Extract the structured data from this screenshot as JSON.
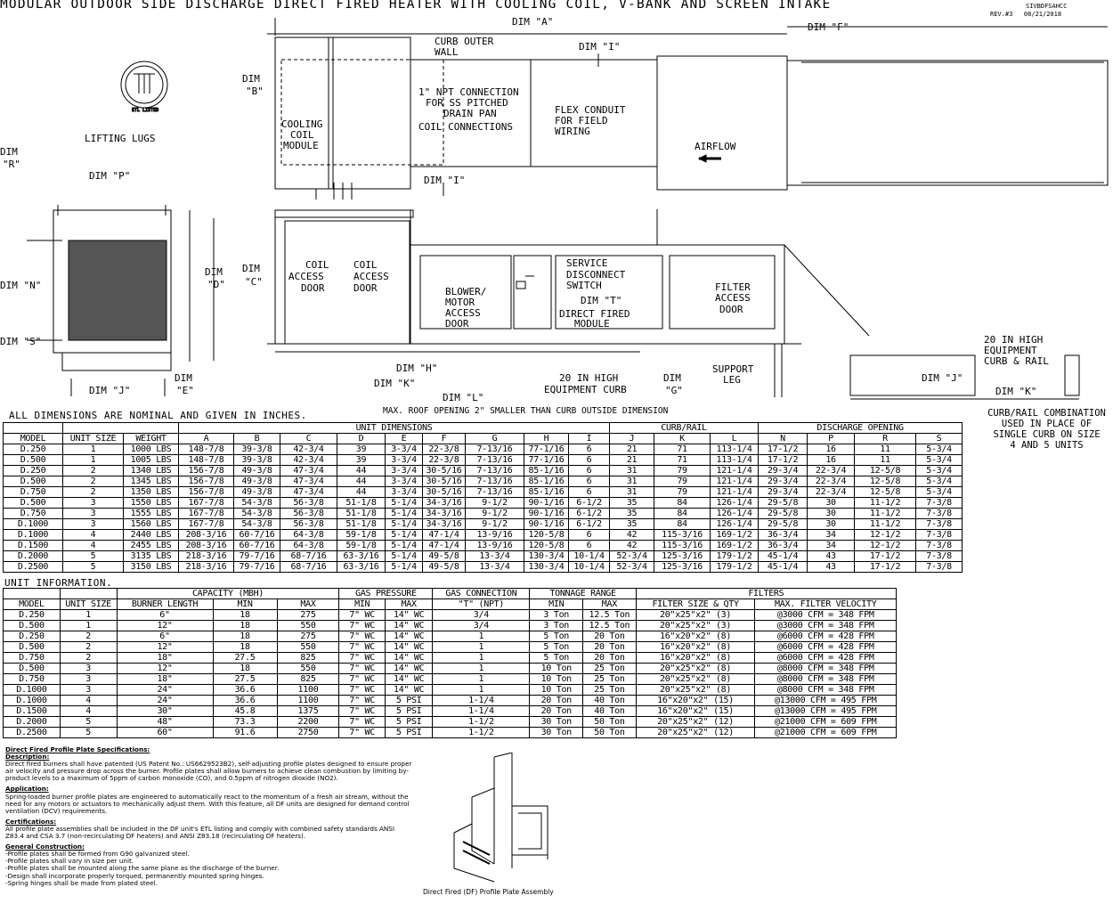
{
  "title": "MODULAR OUTDOOR SIDE DISCHARGE DIRECT FIRED HEATER WITH COOLING COIL, V-BANK AND SCREEN INTAKE",
  "doc_code": "SIVBDFSAHCC",
  "revision": "REV.#3   08/21/2018",
  "logo_text": "ETL LISTED",
  "labels": {
    "dim_a": "DIM \"A\"",
    "dim_f": "DIM \"F\"",
    "dim_i_top": "DIM \"I\"",
    "curb_outer_wall_1": "CURB OUTER",
    "curb_outer_wall_2": "WALL",
    "dim_b_1": "DIM",
    "dim_b_2": "\"B\"",
    "npt_1": "1\" NPT CONNECTION",
    "npt_2": "FOR SS PITCHED",
    "npt_3": "DRAIN PAN",
    "coil_connections": "COIL CONNECTIONS",
    "flex_1": "FLEX CONDUIT",
    "flex_2": "FOR FIELD",
    "flex_3": "WIRING",
    "cooling_1": "COOLING",
    "cooling_2": "COIL",
    "cooling_3": "MODULE",
    "airflow": "AIRFLOW",
    "dim_i_bottom": "DIM \"I\"",
    "lifting_lugs": "LIFTING LUGS",
    "dim_r_1": "DIM",
    "dim_r_2": "\"R\"",
    "dim_p": "DIM \"P\"",
    "dim_n": "DIM \"N\"",
    "dim_s": "DIM \"S\"",
    "dim_d_1": "DIM",
    "dim_d_2": "\"D\"",
    "dim_c_1": "DIM",
    "dim_c_2": "\"C\"",
    "coil_door_1": "COIL",
    "coil_door_2": "ACCESS",
    "coil_door_3": "DOOR",
    "blower_1": "BLOWER/",
    "blower_2": "MOTOR",
    "blower_3": "ACCESS",
    "blower_4": "DOOR",
    "service_1": "SERVICE",
    "service_2": "DISCONNECT",
    "service_3": "SWITCH",
    "dim_t": "DIM \"T\"",
    "df_1": "DIRECT FIRED",
    "df_2": "MODULE",
    "filter_1": "FILTER",
    "filter_2": "ACCESS",
    "filter_3": "DOOR",
    "dim_j": "DIM \"J\"",
    "dim_e_1": "DIM",
    "dim_e_2": "\"E\"",
    "dim_h": "DIM \"H\"",
    "dim_k": "DIM \"K\"",
    "dim_l": "DIM \"L\"",
    "curb_1": "20 IN HIGH",
    "curb_2": "EQUIPMENT CURB",
    "dim_g_1": "DIM",
    "dim_g_2": "\"G\"",
    "support_1": "SUPPORT",
    "support_2": "LEG",
    "roof_opening": "MAX. ROOF OPENING 2\" SMALLER THAN CURB OUTSIDE DIMENSION",
    "rail_1": "20 IN HIGH",
    "rail_2": "EQUIPMENT",
    "rail_3": "CURB & RAIL",
    "dim_j_rail": "DIM \"J\"",
    "dim_k_rail": "DIM \"K\"",
    "combo_1": "CURB/RAIL COMBINATION",
    "combo_2": "USED IN PLACE OF",
    "combo_3": "SINGLE CURB ON SIZE",
    "combo_4": "4 AND 5 UNITS",
    "profile_caption": "Direct Fired (DF) Profile Plate Assembly"
  },
  "dimensions_table": {
    "note": "ALL DIMENSIONS ARE NOMINAL AND GIVEN IN INCHES.",
    "groups": [
      "UNIT DIMENSIONS",
      "CURB/RAIL",
      "DISCHARGE OPENING"
    ],
    "headers": [
      "MODEL",
      "UNIT SIZE",
      "WEIGHT",
      "A",
      "B",
      "C",
      "D",
      "E",
      "F",
      "G",
      "H",
      "I",
      "J",
      "K",
      "L",
      "N",
      "P",
      "R",
      "S"
    ],
    "rows": [
      [
        "D.250",
        "1",
        "1000 LBS",
        "148-7/8",
        "39-3/8",
        "42-3/4",
        "39",
        "3-3/4",
        "22-3/8",
        "7-13/16",
        "77-1/16",
        "6",
        "21",
        "71",
        "113-1/4",
        "17-1/2",
        "16",
        "11",
        "5-3/4"
      ],
      [
        "D.500",
        "1",
        "1005 LBS",
        "148-7/8",
        "39-3/8",
        "42-3/4",
        "39",
        "3-3/4",
        "22-3/8",
        "7-13/16",
        "77-1/16",
        "6",
        "21",
        "71",
        "113-1/4",
        "17-1/2",
        "16",
        "11",
        "5-3/4"
      ],
      [
        "D.250",
        "2",
        "1340 LBS",
        "156-7/8",
        "49-3/8",
        "47-3/4",
        "44",
        "3-3/4",
        "30-5/16",
        "7-13/16",
        "85-1/16",
        "6",
        "31",
        "79",
        "121-1/4",
        "29-3/4",
        "22-3/4",
        "12-5/8",
        "5-3/4"
      ],
      [
        "D.500",
        "2",
        "1345 LBS",
        "156-7/8",
        "49-3/8",
        "47-3/4",
        "44",
        "3-3/4",
        "30-5/16",
        "7-13/16",
        "85-1/16",
        "6",
        "31",
        "79",
        "121-1/4",
        "29-3/4",
        "22-3/4",
        "12-5/8",
        "5-3/4"
      ],
      [
        "D.750",
        "2",
        "1350 LBS",
        "156-7/8",
        "49-3/8",
        "47-3/4",
        "44",
        "3-3/4",
        "30-5/16",
        "7-13/16",
        "85-1/16",
        "6",
        "31",
        "79",
        "121-1/4",
        "29-3/4",
        "22-3/4",
        "12-5/8",
        "5-3/4"
      ],
      [
        "D.500",
        "3",
        "1550 LBS",
        "167-7/8",
        "54-3/8",
        "56-3/8",
        "51-1/8",
        "5-1/4",
        "34-3/16",
        "9-1/2",
        "90-1/16",
        "6-1/2",
        "35",
        "84",
        "126-1/4",
        "29-5/8",
        "30",
        "11-1/2",
        "7-3/8"
      ],
      [
        "D.750",
        "3",
        "1555 LBS",
        "167-7/8",
        "54-3/8",
        "56-3/8",
        "51-1/8",
        "5-1/4",
        "34-3/16",
        "9-1/2",
        "90-1/16",
        "6-1/2",
        "35",
        "84",
        "126-1/4",
        "29-5/8",
        "30",
        "11-1/2",
        "7-3/8"
      ],
      [
        "D.1000",
        "3",
        "1560 LBS",
        "167-7/8",
        "54-3/8",
        "56-3/8",
        "51-1/8",
        "5-1/4",
        "34-3/16",
        "9-1/2",
        "90-1/16",
        "6-1/2",
        "35",
        "84",
        "126-1/4",
        "29-5/8",
        "30",
        "11-1/2",
        "7-3/8"
      ],
      [
        "D.1000",
        "4",
        "2440 LBS",
        "208-3/16",
        "60-7/16",
        "64-3/8",
        "59-1/8",
        "5-1/4",
        "47-1/4",
        "13-9/16",
        "120-5/8",
        "6",
        "42",
        "115-3/16",
        "169-1/2",
        "36-3/4",
        "34",
        "12-1/2",
        "7-3/8"
      ],
      [
        "D.1500",
        "4",
        "2455 LBS",
        "208-3/16",
        "60-7/16",
        "64-3/8",
        "59-1/8",
        "5-1/4",
        "47-1/4",
        "13-9/16",
        "120-5/8",
        "6",
        "42",
        "115-3/16",
        "169-1/2",
        "36-3/4",
        "34",
        "12-1/2",
        "7-3/8"
      ],
      [
        "D.2000",
        "5",
        "3135 LBS",
        "218-3/16",
        "79-7/16",
        "68-7/16",
        "63-3/16",
        "5-1/4",
        "49-5/8",
        "13-3/4",
        "130-3/4",
        "10-1/4",
        "52-3/4",
        "125-3/16",
        "179-1/2",
        "45-1/4",
        "43",
        "17-1/2",
        "7-3/8"
      ],
      [
        "D.2500",
        "5",
        "3150 LBS",
        "218-3/16",
        "79-7/16",
        "68-7/16",
        "63-3/16",
        "5-1/4",
        "49-5/8",
        "13-3/4",
        "130-3/4",
        "10-1/4",
        "52-3/4",
        "125-3/16",
        "179-1/2",
        "45-1/4",
        "43",
        "17-1/2",
        "7-3/8"
      ]
    ]
  },
  "unit_info_table": {
    "note": "UNIT INFORMATION.",
    "groups": [
      "CAPACITY (MBH)",
      "GAS PRESSURE",
      "GAS CONNECTION",
      "TONNAGE RANGE",
      "FILTERS"
    ],
    "headers": [
      "MODEL",
      "UNIT SIZE",
      "BURNER LENGTH",
      "MIN",
      "MAX",
      "MIN",
      "MAX",
      "\"T\" (NPT)",
      "MIN",
      "MAX",
      "FILTER SIZE & QTY",
      "MAX. FILTER VELOCITY"
    ],
    "rows": [
      [
        "D.250",
        "1",
        "6\"",
        "18",
        "275",
        "7\" WC",
        "14\" WC",
        "3/4",
        "3 Ton",
        "12.5 Ton",
        "20\"x25\"x2\" (3)",
        "@3000 CFM = 348 FPM"
      ],
      [
        "D.500",
        "1",
        "12\"",
        "18",
        "550",
        "7\" WC",
        "14\" WC",
        "3/4",
        "3 Ton",
        "12.5 Ton",
        "20\"x25\"x2\" (3)",
        "@3000 CFM = 348 FPM"
      ],
      [
        "D.250",
        "2",
        "6\"",
        "18",
        "275",
        "7\" WC",
        "14\" WC",
        "1",
        "5 Ton",
        "20 Ton",
        "16\"x20\"x2\" (8)",
        "@6000 CFM = 428 FPM"
      ],
      [
        "D.500",
        "2",
        "12\"",
        "18",
        "550",
        "7\" WC",
        "14\" WC",
        "1",
        "5 Ton",
        "20 Ton",
        "16\"x20\"x2\" (8)",
        "@6000 CFM = 428 FPM"
      ],
      [
        "D.750",
        "2",
        "18\"",
        "27.5",
        "825",
        "7\" WC",
        "14\" WC",
        "1",
        "5 Ton",
        "20 Ton",
        "16\"x20\"x2\" (8)",
        "@6000 CFM = 428 FPM"
      ],
      [
        "D.500",
        "3",
        "12\"",
        "18",
        "550",
        "7\" WC",
        "14\" WC",
        "1",
        "10 Ton",
        "25 Ton",
        "20\"x25\"x2\" (8)",
        "@8000 CFM = 348 FPM"
      ],
      [
        "D.750",
        "3",
        "18\"",
        "27.5",
        "825",
        "7\" WC",
        "14\" WC",
        "1",
        "10 Ton",
        "25 Ton",
        "20\"x25\"x2\" (8)",
        "@8000 CFM = 348 FPM"
      ],
      [
        "D.1000",
        "3",
        "24\"",
        "36.6",
        "1100",
        "7\" WC",
        "14\" WC",
        "1",
        "10 Ton",
        "25 Ton",
        "20\"x25\"x2\" (8)",
        "@8000 CFM = 348 FPM"
      ],
      [
        "D.1000",
        "4",
        "24\"",
        "36.6",
        "1100",
        "7\" WC",
        "5 PSI",
        "1-1/4",
        "20 Ton",
        "40 Ton",
        "16\"x20\"x2\" (15)",
        "@13000 CFM = 495 FPM"
      ],
      [
        "D.1500",
        "4",
        "30\"",
        "45.8",
        "1375",
        "7\" WC",
        "5 PSI",
        "1-1/4",
        "20 Ton",
        "40 Ton",
        "16\"x20\"x2\" (15)",
        "@13000 CFM = 495 FPM"
      ],
      [
        "D.2000",
        "5",
        "48\"",
        "73.3",
        "2200",
        "7\" WC",
        "5 PSI",
        "1-1/2",
        "30 Ton",
        "50 Ton",
        "20\"x25\"x2\" (12)",
        "@21000 CFM = 609 FPM"
      ],
      [
        "D.2500",
        "5",
        "60\"",
        "91.6",
        "2750",
        "7\" WC",
        "5 PSI",
        "1-1/2",
        "30 Ton",
        "50 Ton",
        "20\"x25\"x2\" (12)",
        "@21000 CFM = 609 FPM"
      ]
    ]
  },
  "specs": {
    "title": "Direct Fired Profile Plate Specifications:",
    "sections": [
      {
        "heading": "Description:",
        "text": "Direct fired burners shall have patented (US Patent No.: US6629523B2), self-adjusting profile plates designed to ensure proper air velocity and pressure drop across the burner. Profile plates shall allow burners to achieve clean combustion by limiting by-product levels to a maximum of 5ppm of carbon monoxide (CO), and 0.5ppm of nitrogen dioxide (NO2)."
      },
      {
        "heading": "Application:",
        "text": "Spring-loaded burner profile plates are engineered to automatically react to the momentum of a fresh air stream, without the need for any motors or actuators to mechanically adjust them. With this feature, all DF units are designed for demand control ventilation (DCV) requirements."
      },
      {
        "heading": "Certifications:",
        "text": "All profile plate assemblies shall be included in the DF unit's ETL listing and comply with combined safety standards ANSI Z83.4 and CSA 3.7 (non-recirculating DF heaters) and ANSI Z83.18 (recirculating DF heaters)."
      },
      {
        "heading": "General Construction:",
        "lines": [
          "-Profile plates shall be formed from G90 galvanized steel.",
          "-Profile plates shall vary in size per unit.",
          "-Profile plates shall be mounted along the same plane as the discharge of the burner.",
          "-Design shall incorporate properly torqued, permanently mounted spring hinges.",
          "-Spring hinges shall be made from plated steel."
        ]
      }
    ]
  }
}
